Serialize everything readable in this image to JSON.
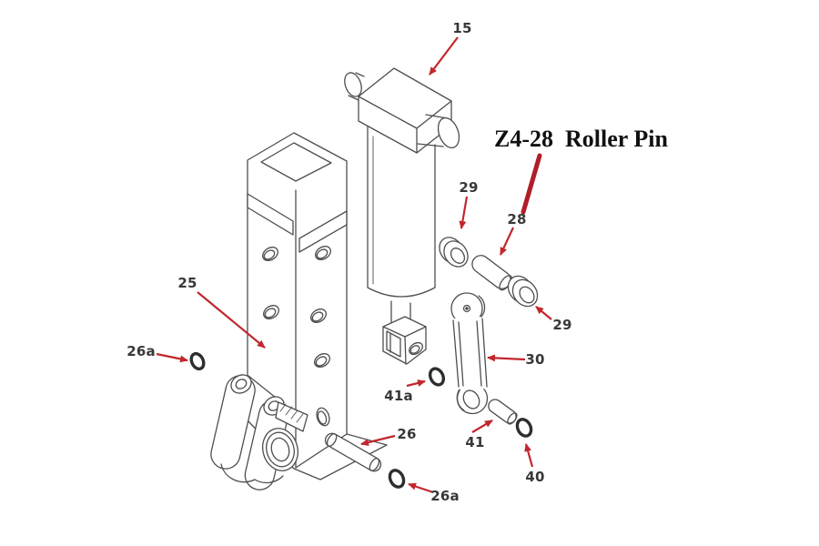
{
  "diagram": {
    "title": "Z4-28  Roller Pin",
    "labels": {
      "p15": "15",
      "p25": "25",
      "p26": "26",
      "p26a_left": "26a",
      "p26a_bottom": "26a",
      "p28": "28",
      "p29_top": "29",
      "p29_right": "29",
      "p30": "30",
      "p40": "40",
      "p41": "41",
      "p41a": "41a"
    },
    "colors": {
      "leader_arrow": "#c1272d",
      "title_pointer": "#b01e28",
      "line_art": "#4e4e52",
      "label_text": "#383838",
      "title_text": "#111111",
      "o_ring": "#2e2e2e",
      "background": "#ffffff"
    }
  }
}
